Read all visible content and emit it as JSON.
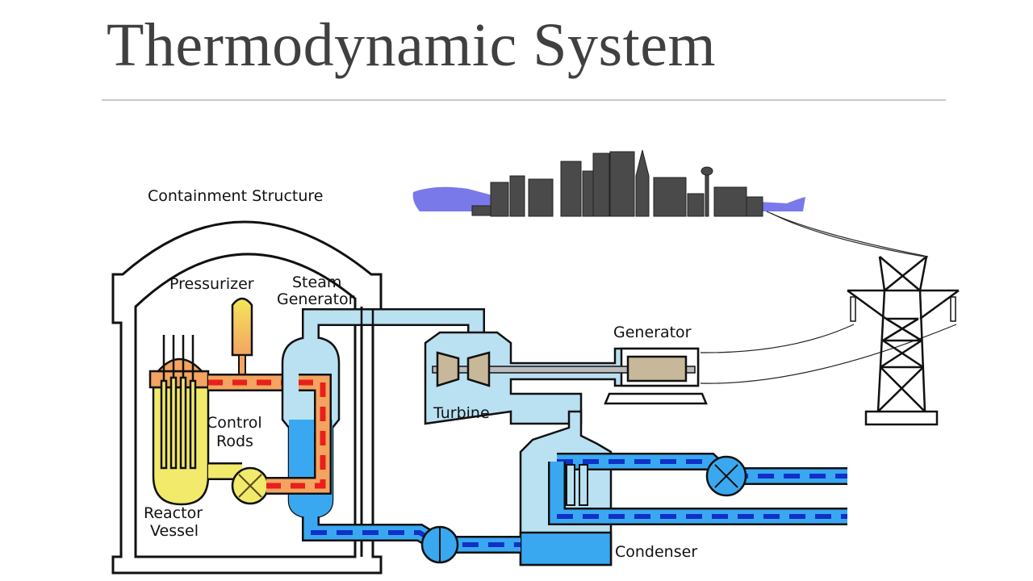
{
  "slide": {
    "title": "Thermodynamic System"
  },
  "diagram": {
    "labels": {
      "containment": "Containment Structure",
      "pressurizer": "Pressurizer",
      "steam_generator_1": "Steam",
      "steam_generator_2": "Generator",
      "control_rods_1": "Control",
      "control_rods_2": "Rods",
      "reactor_vessel_1": "Reactor",
      "reactor_vessel_2": "Vessel",
      "turbine": "Turbine",
      "generator": "Generator",
      "condenser": "Condenser"
    },
    "colors": {
      "hot_loop": "#f4a460",
      "hot_flow": "#e8201c",
      "reactor_fill": "#f2ea6a",
      "steam": "#b9e1f2",
      "water": "#3aa8f0",
      "water_flow": "#1030c8",
      "city": "#4a4a4a",
      "hills": "#6a6ae8",
      "turbine_blade": "#c8b89a"
    }
  }
}
